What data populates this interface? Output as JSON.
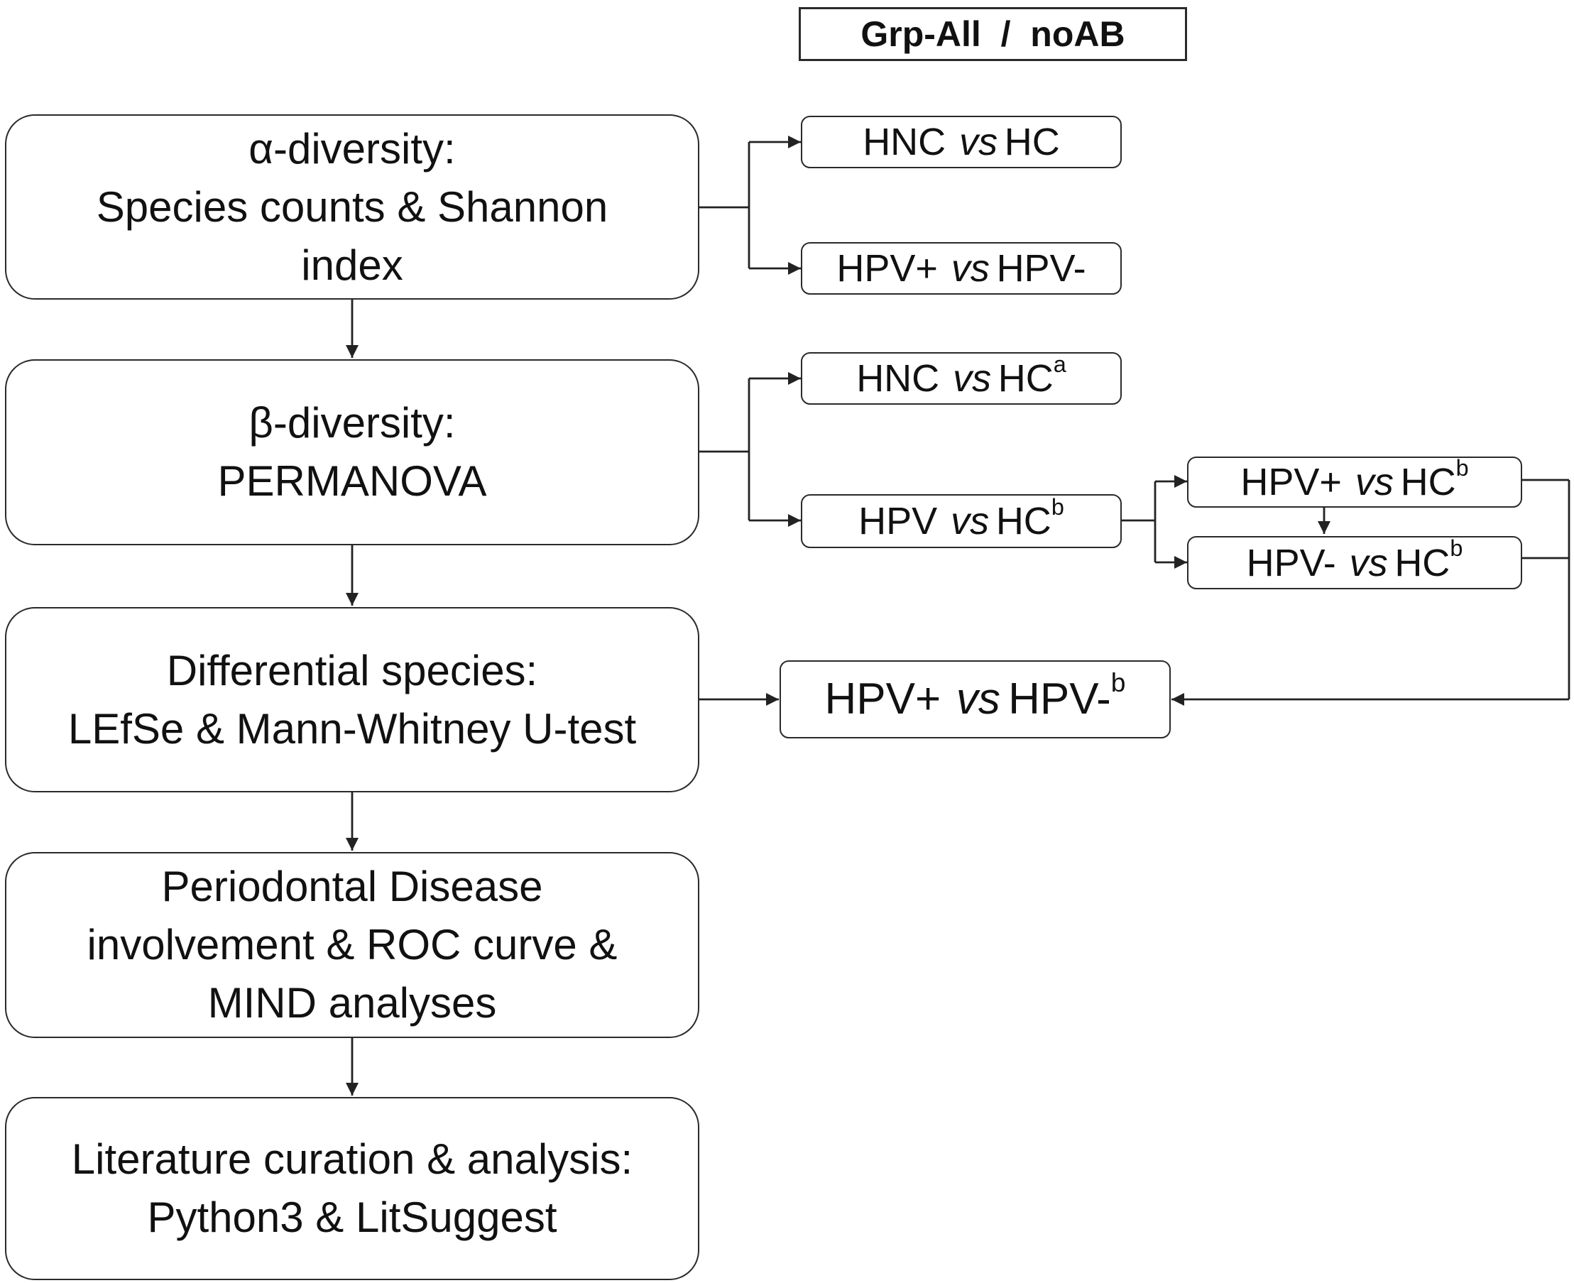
{
  "header": "Grp-All  /  noAB",
  "steps": [
    {
      "lines": [
        "α-diversity:",
        "Species counts & Shannon",
        "index"
      ]
    },
    {
      "lines": [
        "β-diversity:",
        "PERMANOVA"
      ]
    },
    {
      "lines": [
        "Differential species:",
        "LEfSe & Mann-Whitney U-test"
      ]
    },
    {
      "lines": [
        "Periodontal Disease",
        "involvement & ROC curve &",
        "MIND analyses"
      ]
    },
    {
      "lines": [
        "Literature curation & analysis:",
        "Python3 & LitSuggest"
      ]
    }
  ],
  "comparisons": {
    "alpha_hnc_hc": {
      "left": "HNC",
      "vs": "vs",
      "right": "HC",
      "sup": ""
    },
    "alpha_hpvpos_hpvneg": {
      "left": "HPV+",
      "vs": "vs",
      "right": "HPV-",
      "sup": ""
    },
    "beta_hnc_hc": {
      "left": "HNC",
      "vs": "vs",
      "right": "HC",
      "sup": "a"
    },
    "beta_hpv_hc": {
      "left": "HPV",
      "vs": "vs",
      "right": "HC",
      "sup": "b"
    },
    "beta_hpvpos_hc": {
      "left": "HPV+",
      "vs": "vs",
      "right": "HC",
      "sup": "b"
    },
    "beta_hpvneg_hc": {
      "left": "HPV-",
      "vs": "vs",
      "right": "HC",
      "sup": "b"
    },
    "diff_hpvpos_hpvneg": {
      "left": "HPV+",
      "vs": "vs",
      "right": "HPV-",
      "sup": "b"
    }
  }
}
